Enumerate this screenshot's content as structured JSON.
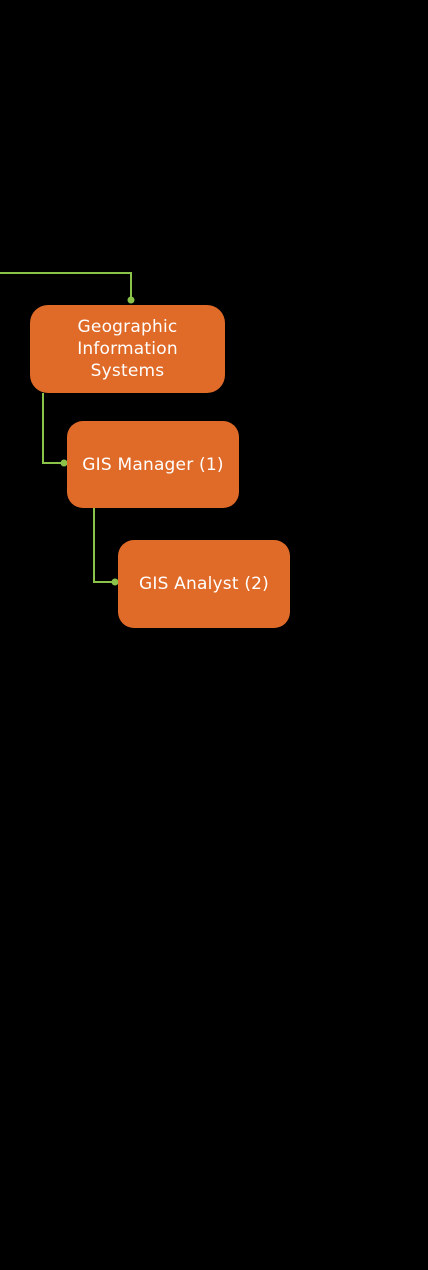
{
  "nodes": {
    "gis": {
      "label": "Geographic\nInformation\nSystems"
    },
    "manager": {
      "label": "GIS Manager (1)"
    },
    "analyst": {
      "label": "GIS Analyst (2)"
    }
  },
  "colors": {
    "background": "#000000",
    "node_fill": "#e06a27",
    "node_text": "#ffffff",
    "connector": "#8bc34a"
  }
}
